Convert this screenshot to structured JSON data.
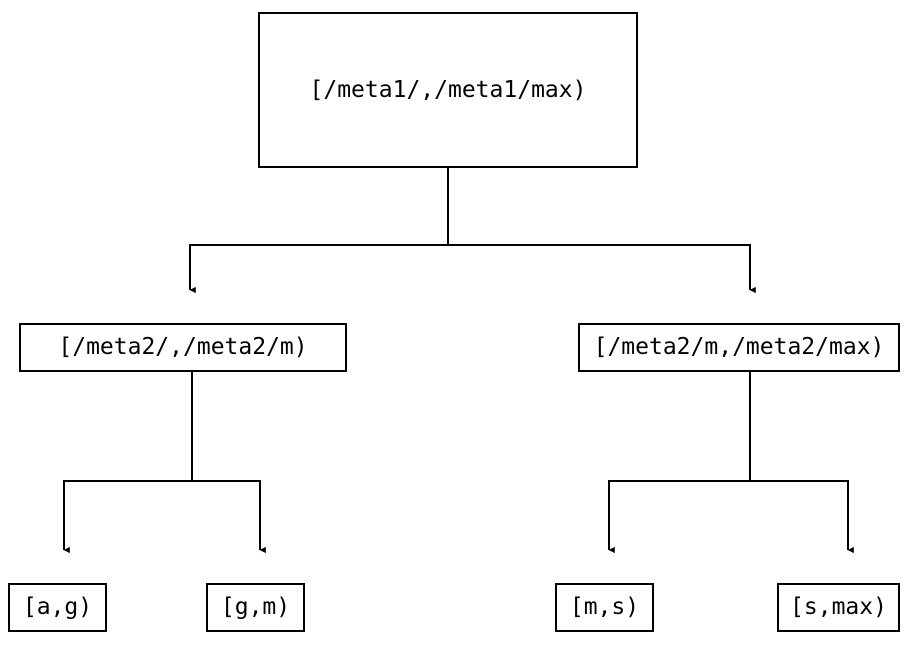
{
  "diagram": {
    "type": "tree",
    "title": "",
    "background_color": "#ffffff",
    "line_color": "#000000",
    "text_color": "#000000",
    "edge_style": "orthogonal-elbow-with-filled-arrowhead",
    "levels": 3,
    "nodes": {
      "root": {
        "label": "[/meta1/,/meta1/max)",
        "level": 1
      },
      "mid_left": {
        "label": "[/meta2/,/meta2/m)",
        "level": 2
      },
      "mid_right": {
        "label": "[/meta2/m,/meta2/max)",
        "level": 2
      },
      "leaf_ag": {
        "label": "[a,g)",
        "level": 3
      },
      "leaf_gm": {
        "label": "[g,m)",
        "level": 3
      },
      "leaf_ms": {
        "label": "[m,s)",
        "level": 3
      },
      "leaf_smax": {
        "label": "[s,max)",
        "level": 3
      }
    },
    "edges": [
      {
        "from": "root",
        "to": "mid_left"
      },
      {
        "from": "root",
        "to": "mid_right"
      },
      {
        "from": "mid_left",
        "to": "leaf_ag"
      },
      {
        "from": "mid_left",
        "to": "leaf_gm"
      },
      {
        "from": "mid_right",
        "to": "leaf_ms"
      },
      {
        "from": "mid_right",
        "to": "leaf_smax"
      }
    ]
  }
}
